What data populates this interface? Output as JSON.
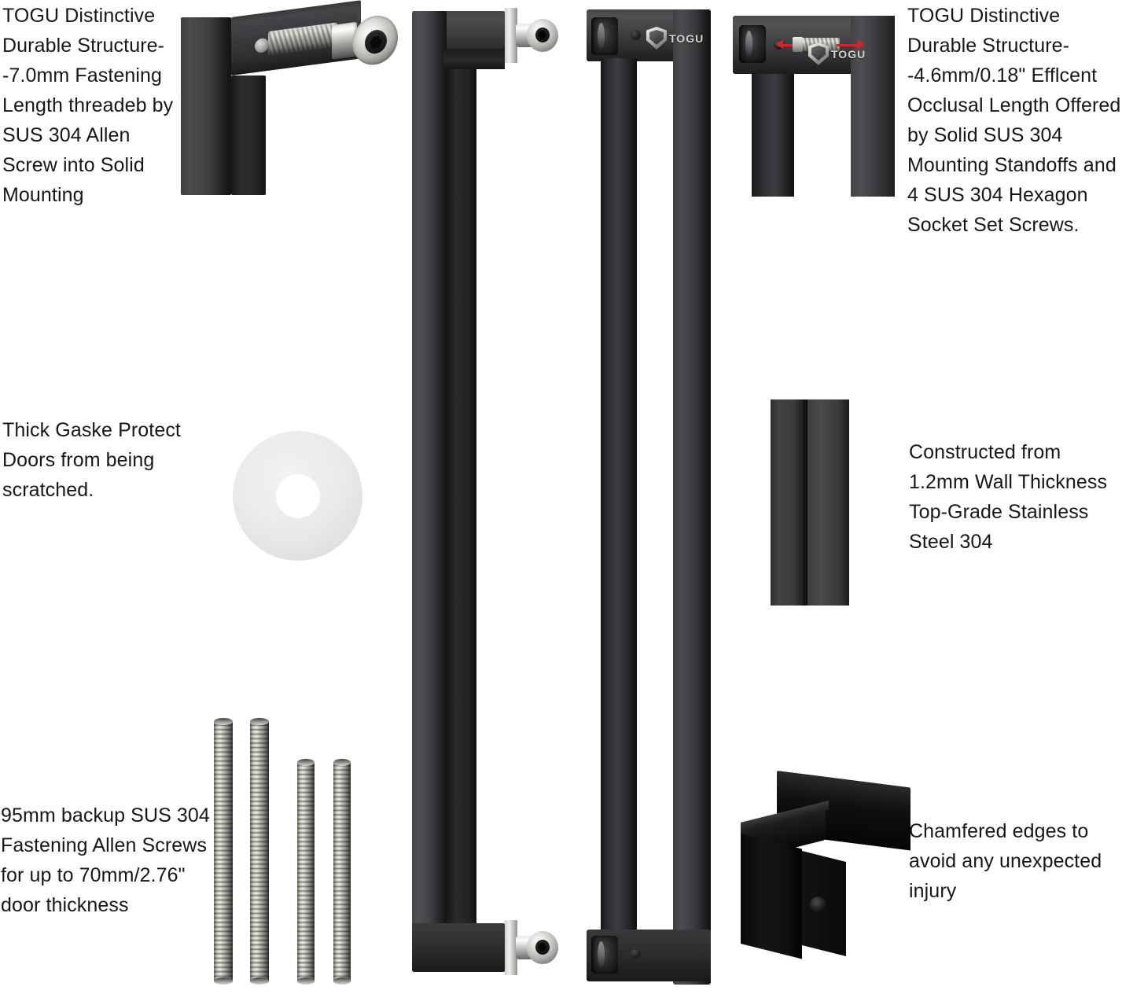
{
  "page": {
    "title": "TOGU Square Door Pull Handle Feature Infographic",
    "background_color": "#ffffff",
    "text_color": "#171717",
    "accent_color": "#d4232a",
    "metal_color": "#c9c9c4",
    "body_color": "#2b2b2e"
  },
  "callouts": {
    "top_left": {
      "name": "fastening-length-callout",
      "text": "TOGU Distinctive Durable Structure--7.0mm Fastening Length threadeb by SUS 304 Allen Screw into Solid Mounting"
    },
    "top_right": {
      "name": "occlusal-length-callout",
      "text": "TOGU Distinctive Durable Structure--4.6mm/0.18\" Efflcent Occlusal Length Offered by Solid SUS 304 Mounting Standoffs and 4 SUS 304 Hexagon Socket Set Screws."
    },
    "mid_left": {
      "name": "gasket-callout",
      "text": "Thick Gaske Protect Doors from being scratched."
    },
    "mid_right": {
      "name": "wall-thickness-callout",
      "text": "Constructed from 1.2mm Wall Thickness Top-Grade Stainless Steel 304"
    },
    "bottom_left": {
      "name": "backup-screws-callout",
      "text": "95mm backup SUS 304 Fastening Allen Screws for up to 70mm/2.76\" door thickness"
    },
    "bottom_right": {
      "name": "chamfered-edges-callout",
      "text": "Chamfered edges to avoid any unexpected injury"
    }
  },
  "brand": {
    "name": "TOGU",
    "logo_wordmark": "TOGU",
    "logo_icon": "shield-crown-icon"
  },
  "photos": [
    {
      "id": "photo-corner-screw",
      "name": "corner-with-threaded-screw-photo",
      "caption_ref": "top_left",
      "shows": "Black square handle corner with SUS 304 threaded Allen screw and socket head"
    },
    {
      "id": "handle-a",
      "name": "handle-front-view-chrome-standoff",
      "shows": "Full square pull handle, front face, chrome standoff plates with Allen bolt heads"
    },
    {
      "id": "handle-b",
      "name": "handle-side-view-togu-logo",
      "shows": "Full square pull handle, back-to-back side view with TOGU logo and mounting bore"
    },
    {
      "id": "photo-corner-logo",
      "name": "corner-with-logo-and-pointer-photo",
      "caption_ref": "top_right",
      "shows": "Black square handle corner, TOGU logo and red pointer to hexagon socket set screw"
    },
    {
      "id": "gasket",
      "name": "gasket-washer-photo",
      "caption_ref": "mid_left",
      "shows": "Thick round white gasket washer"
    },
    {
      "id": "tube",
      "name": "square-tube-wall-photo",
      "caption_ref": "mid_right",
      "shows": "Square stainless steel tube profile showing 1.2mm wall thickness"
    },
    {
      "id": "screws",
      "name": "allen-screws-photo",
      "caption_ref": "bottom_left",
      "shows": "Four SUS 304 threaded Allen screws, two long 95mm and two shorter backup"
    },
    {
      "id": "chamfer",
      "name": "chamfered-corner-photo",
      "caption_ref": "bottom_right",
      "shows": "Angled view of handle corner with chamfered edges and set screw hole"
    }
  ],
  "screws": [
    {
      "name": "allen-screw-long-1",
      "length_class": "long"
    },
    {
      "name": "allen-screw-long-2",
      "length_class": "long"
    },
    {
      "name": "allen-screw-short-1",
      "length_class": "short"
    },
    {
      "name": "allen-screw-short-2",
      "length_class": "short"
    }
  ]
}
